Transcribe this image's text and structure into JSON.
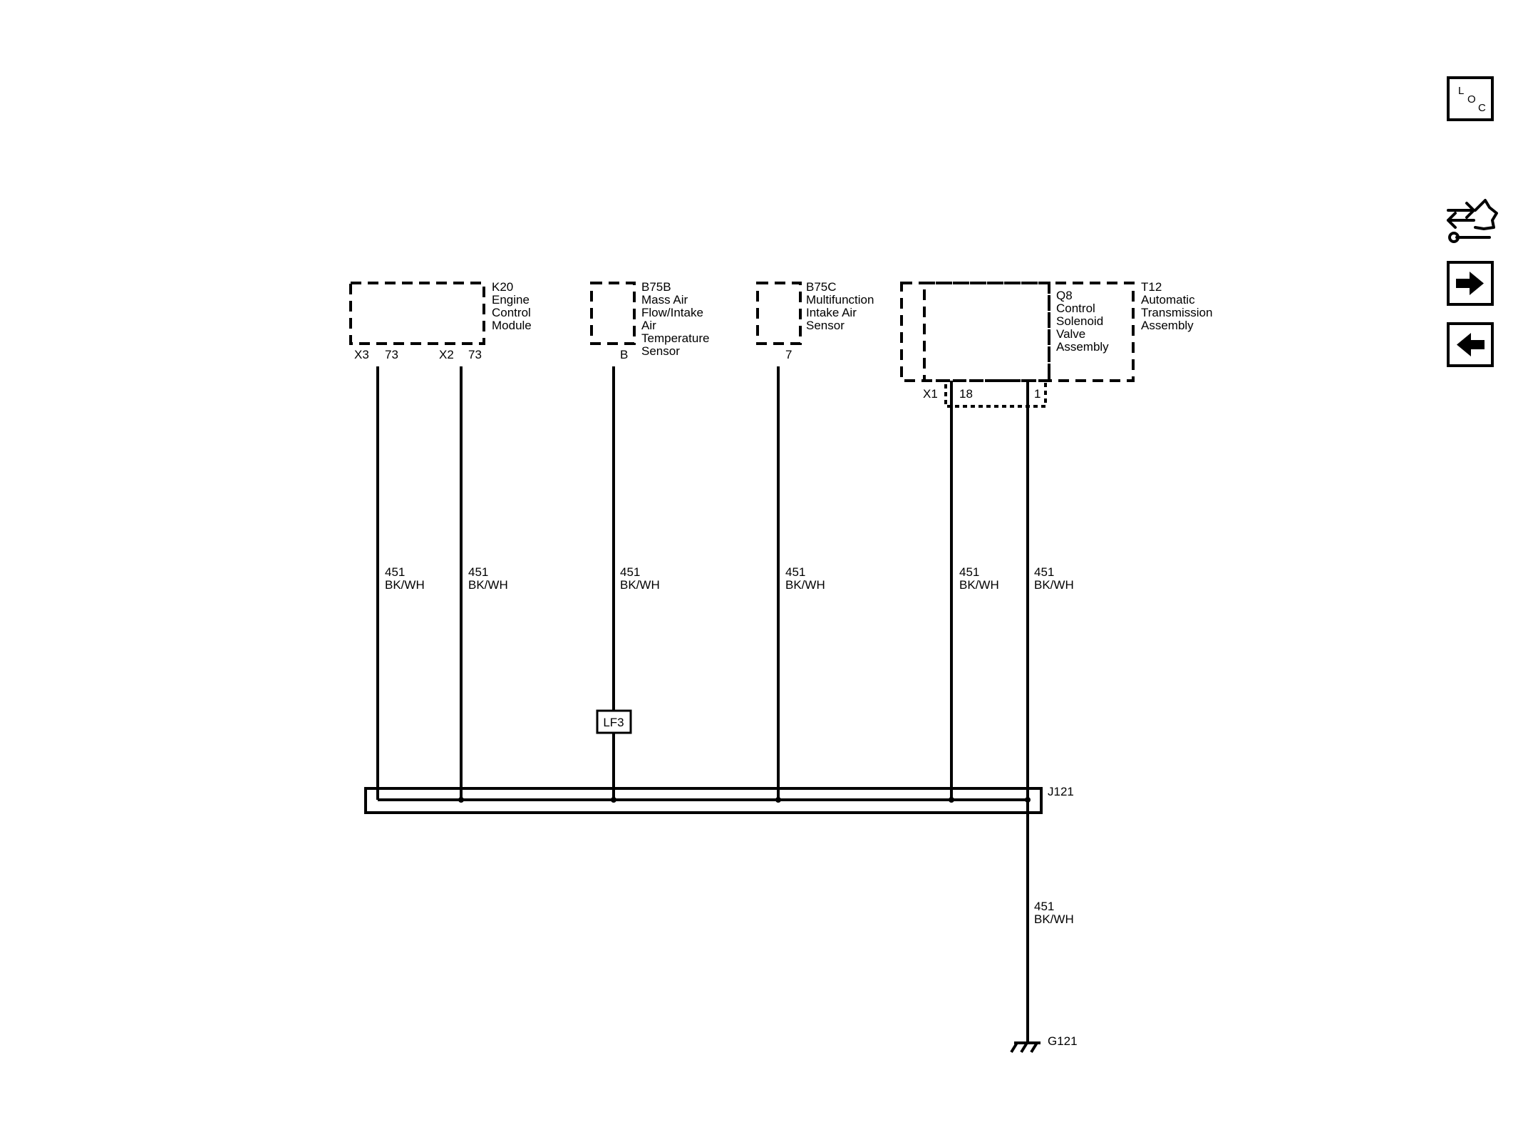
{
  "components": {
    "k20": {
      "ref": "K20",
      "lines": [
        "Engine",
        "Control",
        "Module"
      ]
    },
    "b75b": {
      "ref": "B75B",
      "lines": [
        "Mass Air",
        "Flow/Intake",
        "Air",
        "Temperature",
        "Sensor"
      ]
    },
    "b75c": {
      "ref": "B75C",
      "lines": [
        "Multifunction",
        "Intake Air",
        "Sensor"
      ]
    },
    "q8": {
      "ref": "Q8",
      "lines": [
        "Control",
        "Solenoid",
        "Valve",
        "Assembly"
      ]
    },
    "t12": {
      "ref": "T12",
      "lines": [
        "Automatic",
        "Transmission",
        "Assembly"
      ]
    }
  },
  "pins": {
    "k20_x3_conn": "X3",
    "k20_x3_pin": "73",
    "k20_x2_conn": "X2",
    "k20_x2_pin": "73",
    "b75b_pin": "B",
    "b75c_pin": "7",
    "t12_x1_conn": "X1",
    "t12_pin18": "18",
    "t12_pin1": "1"
  },
  "wires": [
    {
      "circuit": "451",
      "color": "BK/WH"
    },
    {
      "circuit": "451",
      "color": "BK/WH"
    },
    {
      "circuit": "451",
      "color": "BK/WH"
    },
    {
      "circuit": "451",
      "color": "BK/WH"
    },
    {
      "circuit": "451",
      "color": "BK/WH"
    },
    {
      "circuit": "451",
      "color": "BK/WH"
    },
    {
      "circuit": "451",
      "color": "BK/WH"
    }
  ],
  "inline_connector": "LF3",
  "splice": "J121",
  "ground": "G121",
  "nav": {
    "loc": {
      "l": "L",
      "o": "O",
      "c": "C"
    },
    "icons": [
      "service-info-icon",
      "arrow-right-icon",
      "arrow-left-icon"
    ]
  }
}
